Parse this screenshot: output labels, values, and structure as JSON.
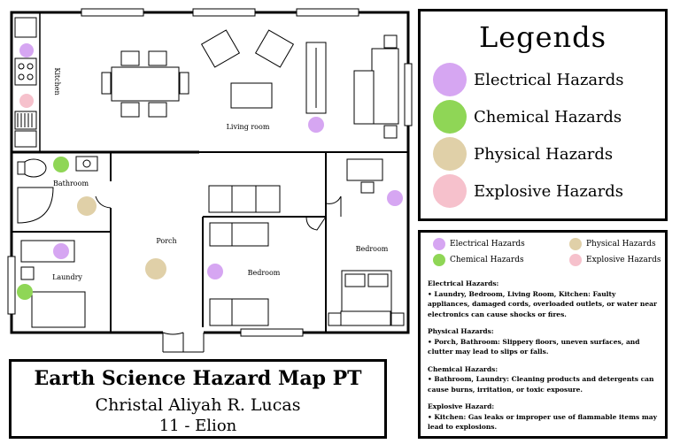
{
  "rooms": {
    "kitchen": "Kitchen",
    "living_room": "Living room",
    "bathroom": "Bathroom",
    "porch": "Porch",
    "laundry": "Laundry",
    "bedroom_center": "Bedroom",
    "bedroom_right": "Bedroom"
  },
  "colors": {
    "electrical": "#d6a6f2",
    "chemical": "#8fd656",
    "physical": "#e0d0a8",
    "explosive": "#f6c1cc"
  },
  "legend": {
    "title": "Legends",
    "items": [
      {
        "label": "Electrical Hazards",
        "color": "#d6a6f2"
      },
      {
        "label": "Chemical Hazards",
        "color": "#8fd656"
      },
      {
        "label": "Physical Hazards",
        "color": "#e0d0a8"
      },
      {
        "label": "Explosive Hazards",
        "color": "#f6c1cc"
      }
    ]
  },
  "small_legend": {
    "items": [
      {
        "label": "Electrical Hazards",
        "color": "#d6a6f2"
      },
      {
        "label": "Physical Hazards",
        "color": "#e0d0a8"
      },
      {
        "label": "Chemical Hazards",
        "color": "#8fd656"
      },
      {
        "label": "Explosive Hazards",
        "color": "#f6c1cc"
      }
    ],
    "notes": [
      {
        "heading": "Electrical Hazards:",
        "text": "• Laundry, Bedroom, Living Room, Kitchen: Faulty appliances, damaged cords, overloaded outlets, or water near electronics can cause shocks or fires."
      },
      {
        "heading": "Physical Hazards:",
        "text": "• Porch, Bathroom: Slippery floors, uneven surfaces, and clutter may lead to slips or falls."
      },
      {
        "heading": "Chemical Hazards:",
        "text": "• Bathroom, Laundry: Cleaning products and detergents can cause burns, irritation, or toxic exposure."
      },
      {
        "heading": "Explosive Hazard:",
        "text": "• Kitchen: Gas leaks or improper use of flammable items may lead to explosions."
      }
    ]
  },
  "title_box": {
    "title": "Earth Science Hazard Map PT",
    "author": "Christal Aliyah R. Lucas",
    "section": "11 - Elion"
  }
}
